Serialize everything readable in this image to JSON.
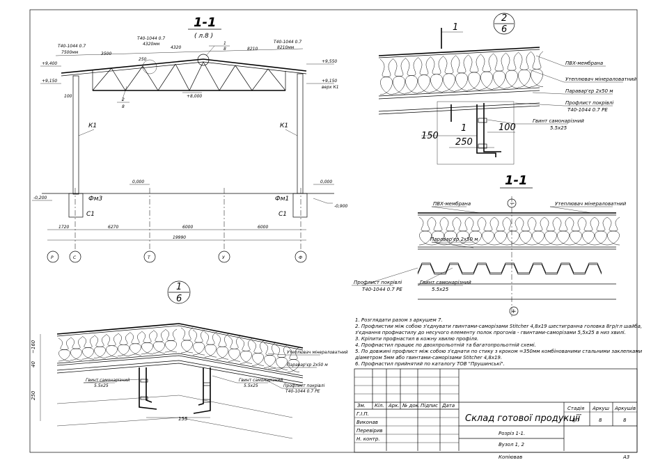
{
  "frame": {
    "drawing_title": "Склад готової продукції",
    "sheet_row1": "Розріз 1-1.",
    "sheet_row2": "Вузол 1, 2",
    "stage_header": "Стадія",
    "sheet_header": "Аркуш",
    "sheets_header": "Аркушів",
    "stage_value": "РП",
    "sheet_value": "8",
    "sheets_value": "8",
    "col_headers": [
      "Зм.",
      "Кіл.",
      "Арк.",
      "№ док.",
      "Підпис",
      "Дата"
    ],
    "role_labels": [
      "Г.І.П.",
      "Виконав",
      "Перевірив",
      "Н. контр."
    ],
    "copied": "Копіював",
    "format": "А3"
  },
  "section_main": {
    "title": "1-1",
    "subtitle": "( л.8 )",
    "profile_labels": [
      "Т40-1044  0.7",
      "Т40-1044  0.7",
      "Т40-1044  0.7"
    ],
    "profile_lengths": [
      "7500мм",
      "4320мм",
      "8210мм"
    ],
    "span_dims": [
      "3500",
      "4320",
      "8210"
    ],
    "dim_250": "250",
    "callout_1_num": "1",
    "callout_1_sheet": "8",
    "callout_2_num": "2",
    "callout_2_sheet": "8",
    "levels": [
      "+9,400",
      "+9,150",
      "+9,550",
      "+9,150",
      "+8,000",
      "0,000",
      "0,000",
      "-0,200",
      "-0,900"
    ],
    "level_note": "верх К1",
    "dim_100": "100",
    "column_left": "К1",
    "column_right": "К1",
    "foundation_left": "Фм3",
    "foundation_right": "Фм1",
    "post_left": "С1",
    "post_right": "С1",
    "bottom_dims": [
      "1720",
      "6270",
      "6000",
      "6000"
    ],
    "total_dim": "19990",
    "axes": [
      "Р",
      "С",
      "Т",
      "У",
      "Ф"
    ]
  },
  "node_2": {
    "callout_num": "2",
    "callout_sheet": "6",
    "cut_label": "1",
    "labels": [
      "ПВХ-мембрана",
      "Утеплювач мінераловатний",
      "Параваp'єр 2х50 м",
      "Профлист покрівлі",
      "Т40-1044  0.7  РЕ",
      "Гвинт самонарізний",
      "5.5х25"
    ],
    "dims": [
      "150",
      "250",
      "100"
    ]
  },
  "section_small": {
    "title": "1-1",
    "labels": [
      "ПВХ-мембрана",
      "Утеплювач мінераловатний",
      "Параваp'єр 2х50 м",
      "Профлист покрівлі",
      "Т40-1044  0.7  РЕ",
      "Гвинт самонарізний",
      "5.5х25"
    ],
    "minus": "−",
    "plus": "+"
  },
  "node_1": {
    "callout_num": "1",
    "callout_sheet": "6",
    "dims": [
      "~160",
      "40",
      "250",
      "155"
    ],
    "labels_right": [
      "Утеплювач мінераловатний",
      "Параваp'єр 2х50 м",
      "Гвинт самонарізний",
      "5.5х25",
      "Профлист покрівлі",
      "Т40-1044  0.7  РЕ"
    ],
    "labels_left": [
      "Гвинт самонарізний",
      "5.5х25"
    ]
  },
  "notes": [
    "1. Розглядати разом з аркушем 7.",
    "2. Профлистии між собою з'єднувати гвинтами-саморізами Stitcher 4,8х19 шестигранна головка 8гр/гл шайба,",
    "з'єднання профнастилу до несучого елементу полок прогонів - гвинтами-саморізами 5,5х25 в низ хвилі.",
    "3. Кріпити профнастил в кожну хвилю профіля.",
    "4. Профнастил працює по двохпрольотній та багатопрольотній схемі.",
    "5. По довжині профлист між собою з'єднати по стику з кроком =350мм комбінованими стальними заклепками",
    "діаметром 5мм або гвинтами-саморізами Stitcher 4,8х19.",
    "6. Профнастил прийнятий по каталогу ТОВ \"Прушинські\"."
  ]
}
